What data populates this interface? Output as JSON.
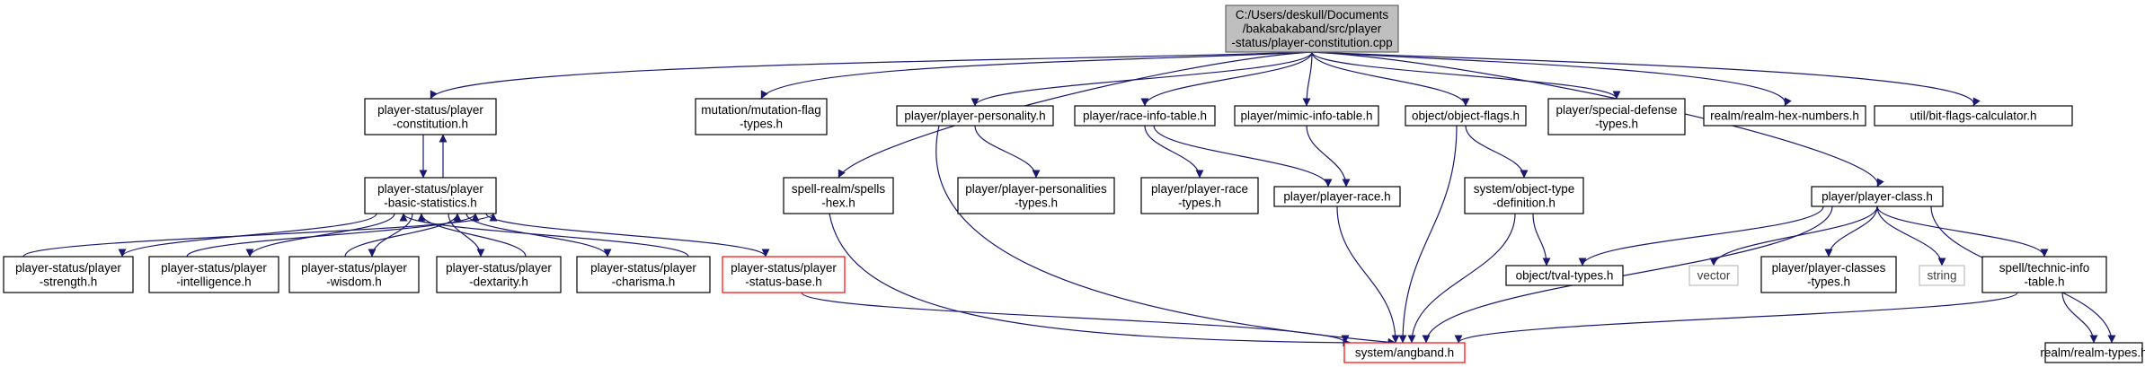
{
  "colors": {
    "edge": "#191970",
    "node_border": "#000000",
    "node_fill": "#ffffff",
    "root_fill": "#bfbfbf",
    "root_border": "#666666",
    "missing_border": "#bfbfbf",
    "missing_text": "#404040",
    "highlight_border": "#ff0000"
  },
  "nodes": [
    {
      "id": "root",
      "lines": [
        "C:/Users/deskull/Documents",
        "/bakabakaband/src/player",
        "-status/player-constitution.cpp"
      ],
      "style": "root"
    },
    {
      "id": "pconst",
      "lines": [
        "player-status/player",
        "-constitution.h"
      ],
      "style": "normal"
    },
    {
      "id": "mutflag",
      "lines": [
        "mutation/mutation-flag",
        "-types.h"
      ],
      "style": "normal"
    },
    {
      "id": "spells",
      "lines": [
        "spell-realm/spells",
        "-hex.h"
      ],
      "style": "normal"
    },
    {
      "id": "ppers",
      "lines": [
        "player/player-personality.h"
      ],
      "style": "normal"
    },
    {
      "id": "race",
      "lines": [
        "player/race-info-table.h"
      ],
      "style": "normal"
    },
    {
      "id": "mimic",
      "lines": [
        "player/mimic-info-table.h"
      ],
      "style": "normal"
    },
    {
      "id": "objflags",
      "lines": [
        "object/object-flags.h"
      ],
      "style": "normal"
    },
    {
      "id": "specdef",
      "lines": [
        "player/special-defense",
        "-types.h"
      ],
      "style": "normal"
    },
    {
      "id": "realmhex",
      "lines": [
        "realm/realm-hex-numbers.h"
      ],
      "style": "normal"
    },
    {
      "id": "bitflags",
      "lines": [
        "util/bit-flags-calculator.h"
      ],
      "style": "normal"
    },
    {
      "id": "basic",
      "lines": [
        "player-status/player",
        "-basic-statistics.h"
      ],
      "style": "normal"
    },
    {
      "id": "ppersonalities",
      "lines": [
        "player/player-personalities",
        "-types.h"
      ],
      "style": "normal"
    },
    {
      "id": "racetypes",
      "lines": [
        "player/player-race",
        "-types.h"
      ],
      "style": "normal"
    },
    {
      "id": "prace",
      "lines": [
        "player/player-race.h"
      ],
      "style": "normal"
    },
    {
      "id": "objtype",
      "lines": [
        "system/object-type",
        "-definition.h"
      ],
      "style": "normal"
    },
    {
      "id": "pclass",
      "lines": [
        "player/player-class.h"
      ],
      "style": "normal"
    },
    {
      "id": "strength",
      "lines": [
        "player-status/player",
        "-strength.h"
      ],
      "style": "normal"
    },
    {
      "id": "intel",
      "lines": [
        "player-status/player",
        "-intelligence.h"
      ],
      "style": "normal"
    },
    {
      "id": "wisdom",
      "lines": [
        "player-status/player",
        "-wisdom.h"
      ],
      "style": "normal"
    },
    {
      "id": "dex",
      "lines": [
        "player-status/player",
        "-dextarity.h"
      ],
      "style": "normal"
    },
    {
      "id": "cha",
      "lines": [
        "player-status/player",
        "-charisma.h"
      ],
      "style": "normal"
    },
    {
      "id": "statusbase",
      "lines": [
        "player-status/player",
        "-status-base.h"
      ],
      "style": "highlight"
    },
    {
      "id": "tval",
      "lines": [
        "object/tval-types.h"
      ],
      "style": "normal"
    },
    {
      "id": "vector",
      "lines": [
        "vector"
      ],
      "style": "missing"
    },
    {
      "id": "classes",
      "lines": [
        "player/player-classes",
        "-types.h"
      ],
      "style": "normal"
    },
    {
      "id": "string",
      "lines": [
        "string"
      ],
      "style": "missing"
    },
    {
      "id": "technic",
      "lines": [
        "spell/technic-info",
        "-table.h"
      ],
      "style": "normal"
    },
    {
      "id": "angband",
      "lines": [
        "system/angband.h"
      ],
      "style": "highlight"
    },
    {
      "id": "realmtypes",
      "lines": [
        "realm/realm-types.h"
      ],
      "style": "normal"
    }
  ],
  "edges": [
    {
      "from": "root",
      "to": "pconst"
    },
    {
      "from": "root",
      "to": "mutflag"
    },
    {
      "from": "root",
      "to": "spells"
    },
    {
      "from": "root",
      "to": "ppers"
    },
    {
      "from": "root",
      "to": "race"
    },
    {
      "from": "root",
      "to": "mimic"
    },
    {
      "from": "root",
      "to": "objflags"
    },
    {
      "from": "root",
      "to": "specdef"
    },
    {
      "from": "root",
      "to": "realmhex"
    },
    {
      "from": "root",
      "to": "bitflags"
    },
    {
      "from": "root",
      "to": "pclass"
    },
    {
      "from": "pconst",
      "to": "basic"
    },
    {
      "from": "basic",
      "to": "pconst"
    },
    {
      "from": "basic",
      "to": "strength"
    },
    {
      "from": "strength",
      "to": "basic"
    },
    {
      "from": "basic",
      "to": "intel"
    },
    {
      "from": "intel",
      "to": "basic"
    },
    {
      "from": "basic",
      "to": "wisdom"
    },
    {
      "from": "wisdom",
      "to": "basic"
    },
    {
      "from": "basic",
      "to": "dex"
    },
    {
      "from": "dex",
      "to": "basic"
    },
    {
      "from": "basic",
      "to": "cha"
    },
    {
      "from": "cha",
      "to": "basic"
    },
    {
      "from": "basic",
      "to": "statusbase"
    },
    {
      "from": "statusbase",
      "to": "angband"
    },
    {
      "from": "spells",
      "to": "angband"
    },
    {
      "from": "ppers",
      "to": "ppersonalities"
    },
    {
      "from": "ppers",
      "to": "angband"
    },
    {
      "from": "race",
      "to": "racetypes"
    },
    {
      "from": "race",
      "to": "prace"
    },
    {
      "from": "mimic",
      "to": "prace"
    },
    {
      "from": "prace",
      "to": "angband"
    },
    {
      "from": "objflags",
      "to": "objtype"
    },
    {
      "from": "objflags",
      "to": "angband"
    },
    {
      "from": "objtype",
      "to": "tval"
    },
    {
      "from": "objtype",
      "to": "angband"
    },
    {
      "from": "pclass",
      "to": "tval"
    },
    {
      "from": "pclass",
      "to": "angband"
    },
    {
      "from": "pclass",
      "to": "vector"
    },
    {
      "from": "pclass",
      "to": "classes"
    },
    {
      "from": "pclass",
      "to": "string"
    },
    {
      "from": "pclass",
      "to": "technic"
    },
    {
      "from": "pclass",
      "to": "realmtypes"
    },
    {
      "from": "technic",
      "to": "angband"
    },
    {
      "from": "technic",
      "to": "realmtypes"
    }
  ]
}
